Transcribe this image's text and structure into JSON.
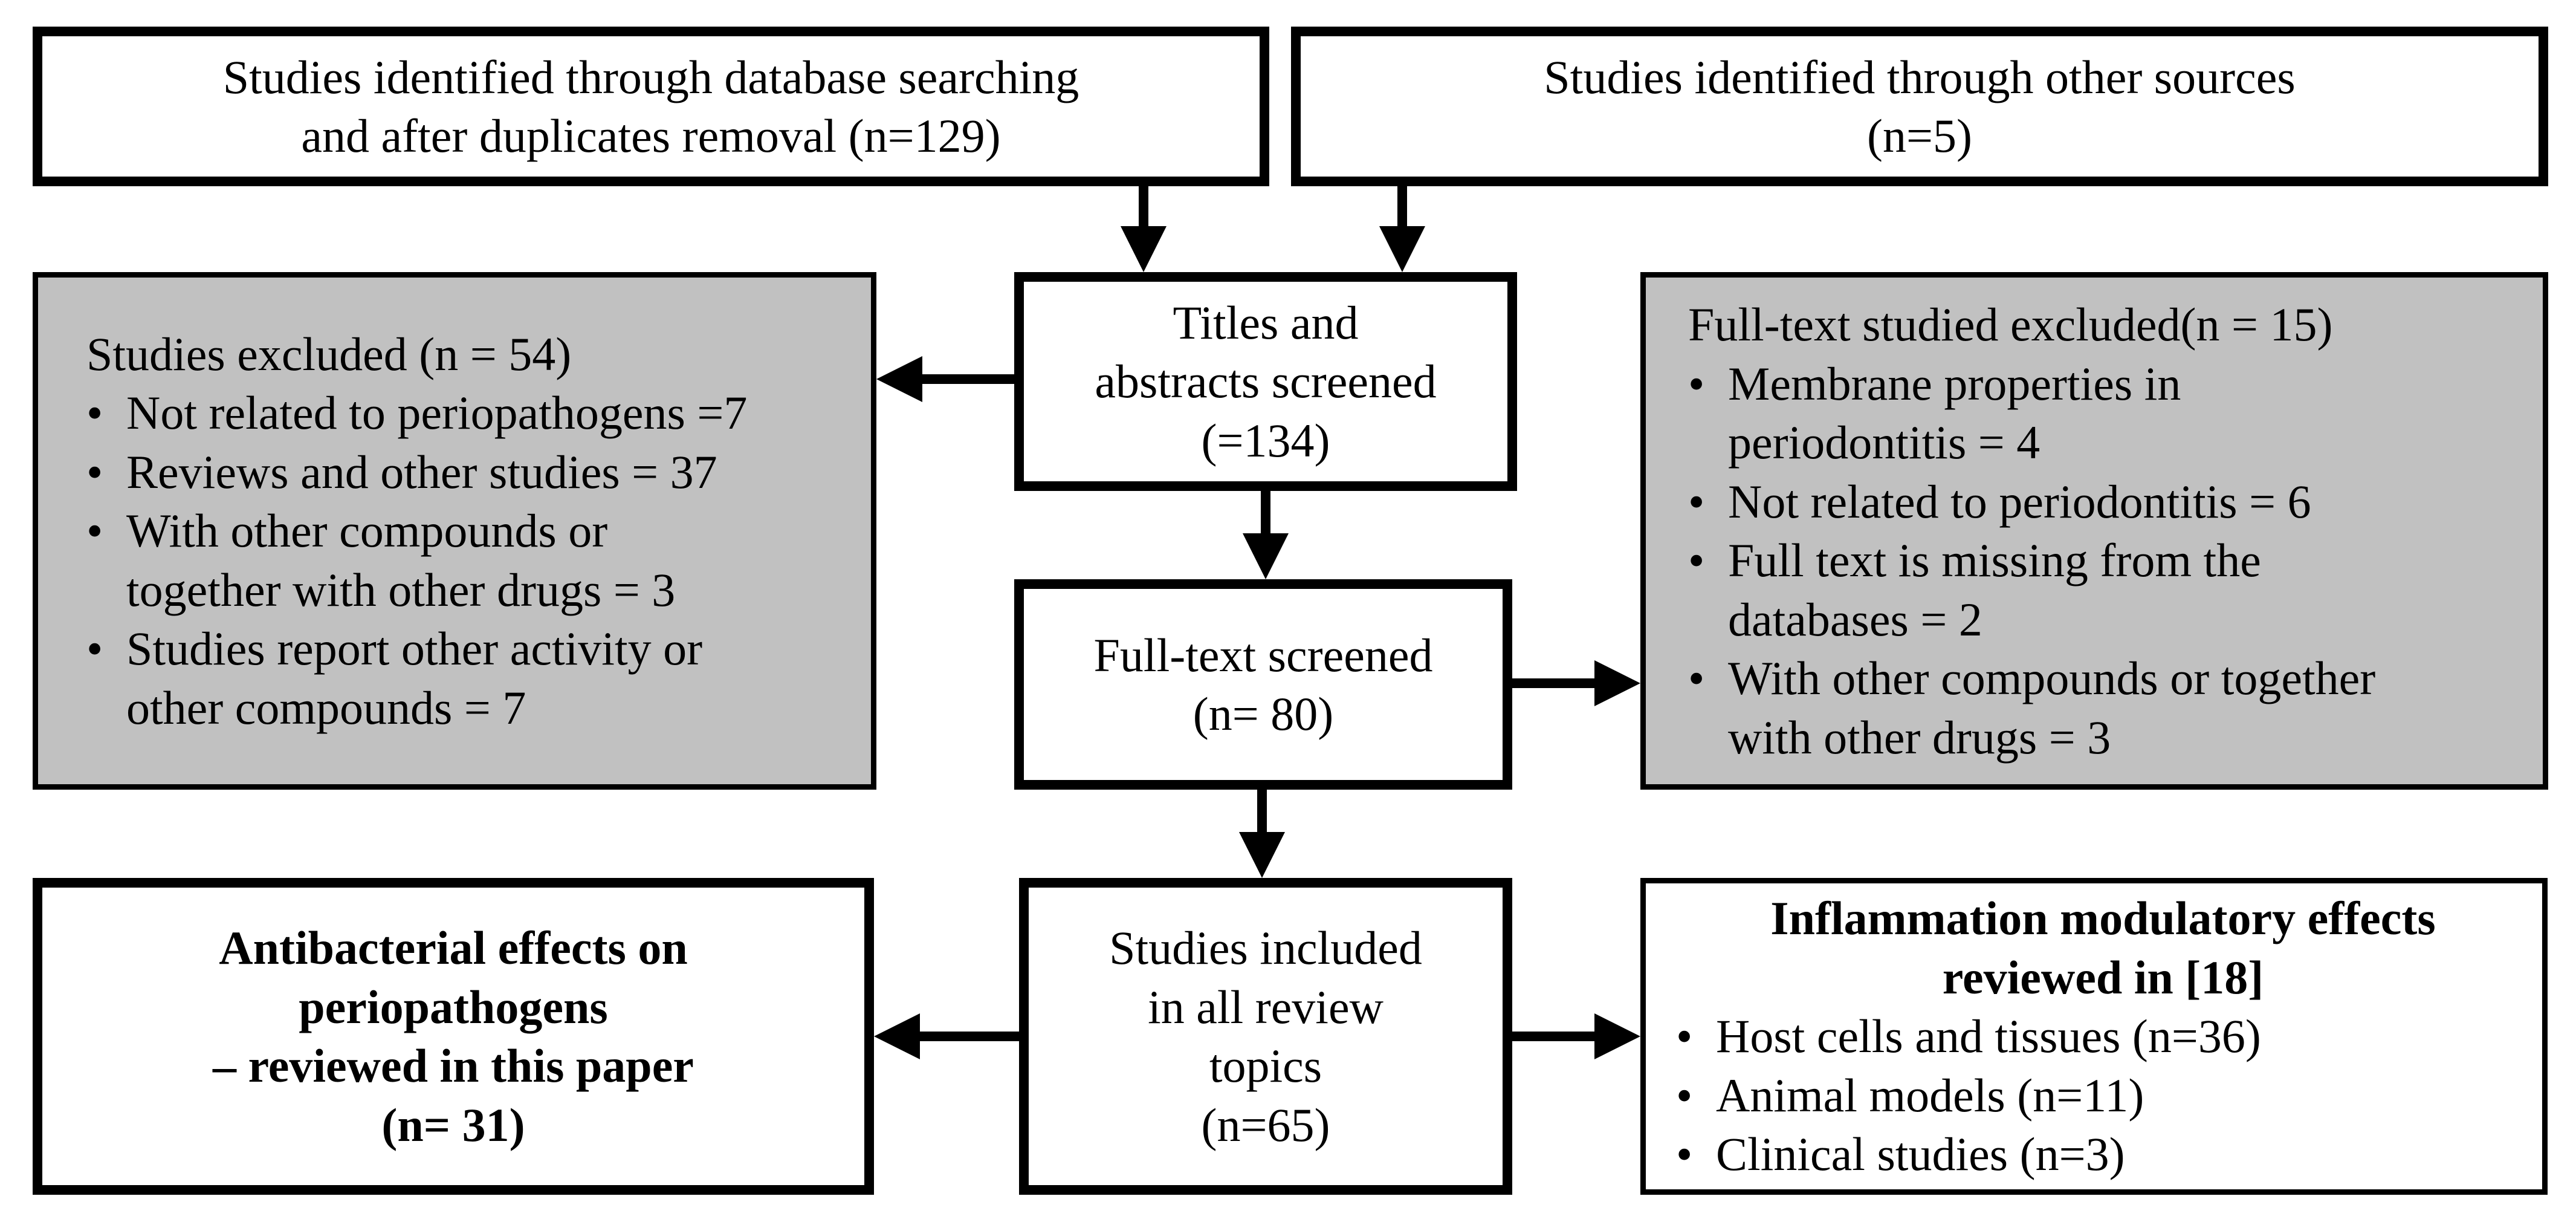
{
  "bullet_char": "•",
  "colors": {
    "background": "#ffffff",
    "box_background": "#ffffff",
    "gray_box_background": "#c1c1c1",
    "border": "#000000",
    "text": "#000000"
  },
  "boxes": {
    "identified_db": {
      "lines": [
        "Studies identified through database searching",
        "and after duplicates removal (n=129)"
      ]
    },
    "identified_other": {
      "lines": [
        "Studies identified through other sources",
        "(n=5)"
      ]
    },
    "titles_screened": {
      "lines": [
        "Titles and",
        "abstracts screened",
        "(=134)"
      ]
    },
    "excluded_titles": {
      "title": "Studies excluded (n = 54)",
      "items": [
        [
          "Not related to periopathogens =7"
        ],
        [
          "Reviews and other studies = 37"
        ],
        [
          "With other compounds or",
          "together with other drugs = 3"
        ],
        [
          "Studies report other activity or",
          "other compounds = 7"
        ]
      ]
    },
    "fulltext_screened": {
      "lines": [
        "Full-text screened",
        "(n= 80)"
      ]
    },
    "excluded_fulltext": {
      "title": "Full-text studied excluded(n = 15)",
      "items": [
        [
          "Membrane properties in",
          "periodontitis = 4"
        ],
        [
          "Not related to periodontitis = 6"
        ],
        [
          "Full text is missing from the",
          "databases = 2"
        ],
        [
          "With other compounds or together",
          "with other drugs = 3"
        ]
      ]
    },
    "included": {
      "lines": [
        "Studies included",
        "in all review",
        "topics",
        "(n=65)"
      ]
    },
    "antibacterial": {
      "lines": [
        "Antibacterial effects on",
        "periopathogens",
        "– reviewed in this paper",
        "(n= 31)"
      ]
    },
    "inflammation": {
      "title_lines": [
        "Inflammation modulatory effects",
        "reviewed in [18]"
      ],
      "items": [
        [
          "Host cells and tissues (n=36)"
        ],
        [
          "Animal models (n=11)"
        ],
        [
          "Clinical studies (n=3)"
        ]
      ]
    }
  }
}
